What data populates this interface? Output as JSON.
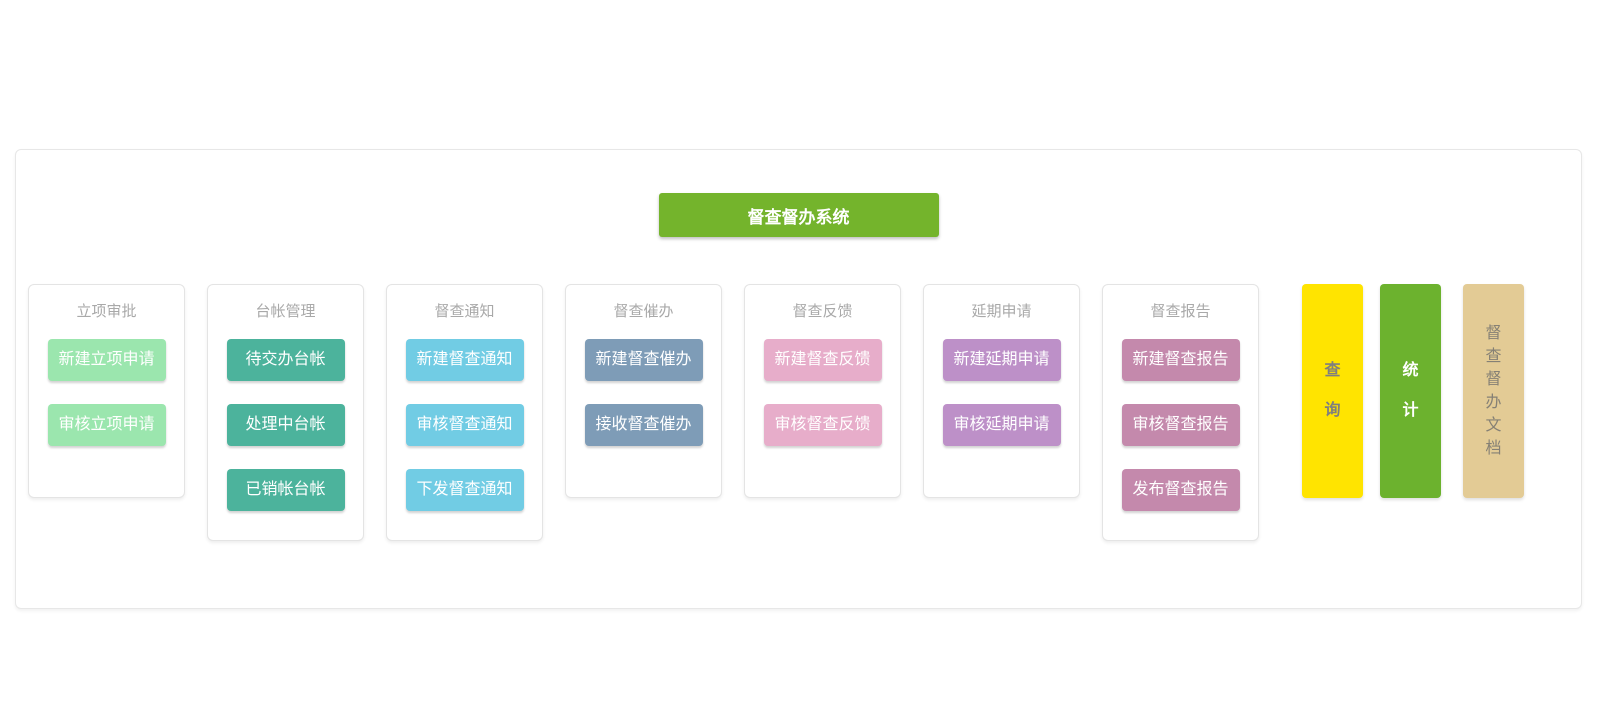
{
  "app": {
    "title": "督查督办系统",
    "title_color": "#74b42c"
  },
  "columns": [
    {
      "title": "立项审批",
      "color": "#9be6ae",
      "text_color": "#ffffff",
      "buttons": [
        "新建立项申请",
        "审核立项申请"
      ]
    },
    {
      "title": "台帐管理",
      "color": "#4cb39c",
      "text_color": "#ffffff",
      "buttons": [
        "待交办台帐",
        "处理中台帐",
        "已销帐台帐"
      ]
    },
    {
      "title": "督查通知",
      "color": "#71cce4",
      "text_color": "#ffffff",
      "buttons": [
        "新建督查通知",
        "审核督查通知",
        "下发督查通知"
      ]
    },
    {
      "title": "督查催办",
      "color": "#7e9cb7",
      "text_color": "#ffffff",
      "buttons": [
        "新建督查催办",
        "接收督查催办"
      ]
    },
    {
      "title": "督查反馈",
      "color": "#e7adca",
      "text_color": "#ffffff",
      "buttons": [
        "新建督查反馈",
        "审核督查反馈"
      ]
    },
    {
      "title": "延期申请",
      "color": "#bd90c8",
      "text_color": "#ffffff",
      "buttons": [
        "新建延期申请",
        "审核延期申请"
      ]
    },
    {
      "title": "督查报告",
      "color": "#c489ac",
      "text_color": "#ffffff",
      "buttons": [
        "新建督查报告",
        "审核督查报告",
        "发布督查报告"
      ]
    }
  ],
  "side_buttons": [
    {
      "label": "查询",
      "color": "#ffe400",
      "text_color": "#7f7f7f"
    },
    {
      "label": "统计",
      "color": "#6cb22e",
      "text_color": "#ffffff"
    },
    {
      "label": "督查督办文档",
      "color": "#e3cb95",
      "text_color": "#858075"
    }
  ]
}
